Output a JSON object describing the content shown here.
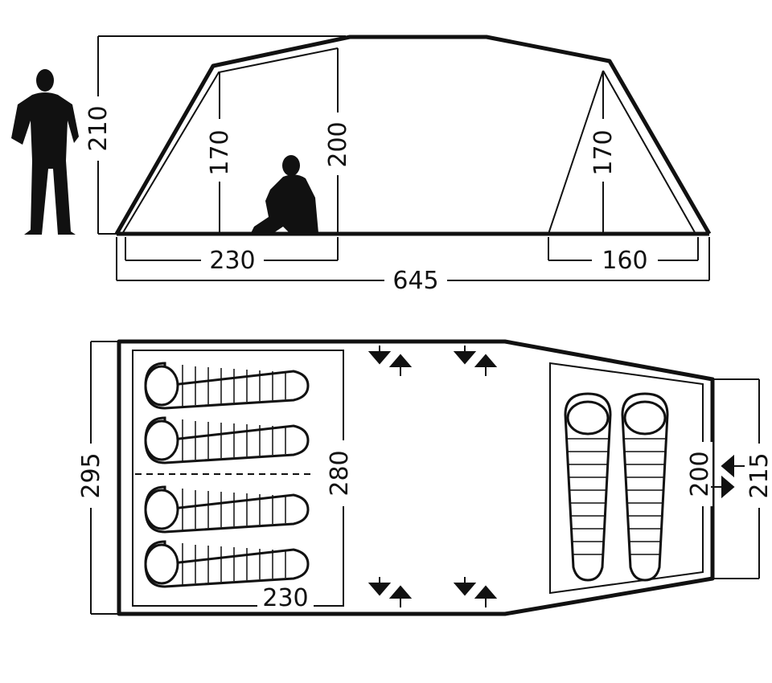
{
  "side_view": {
    "height_total": "210",
    "height_inner_left": "170",
    "height_door": "200",
    "height_inner_right": "170",
    "length_left_cabin": "230",
    "length_right_cabin": "160",
    "length_total": "645"
  },
  "floor_plan": {
    "width_total": "295",
    "width_left_cabin": "280",
    "length_left_cabin": "230",
    "width_right_cabin": "200",
    "width_right_end": "215"
  },
  "colors": {
    "stroke": "#111111",
    "fill": "#ffffff"
  }
}
